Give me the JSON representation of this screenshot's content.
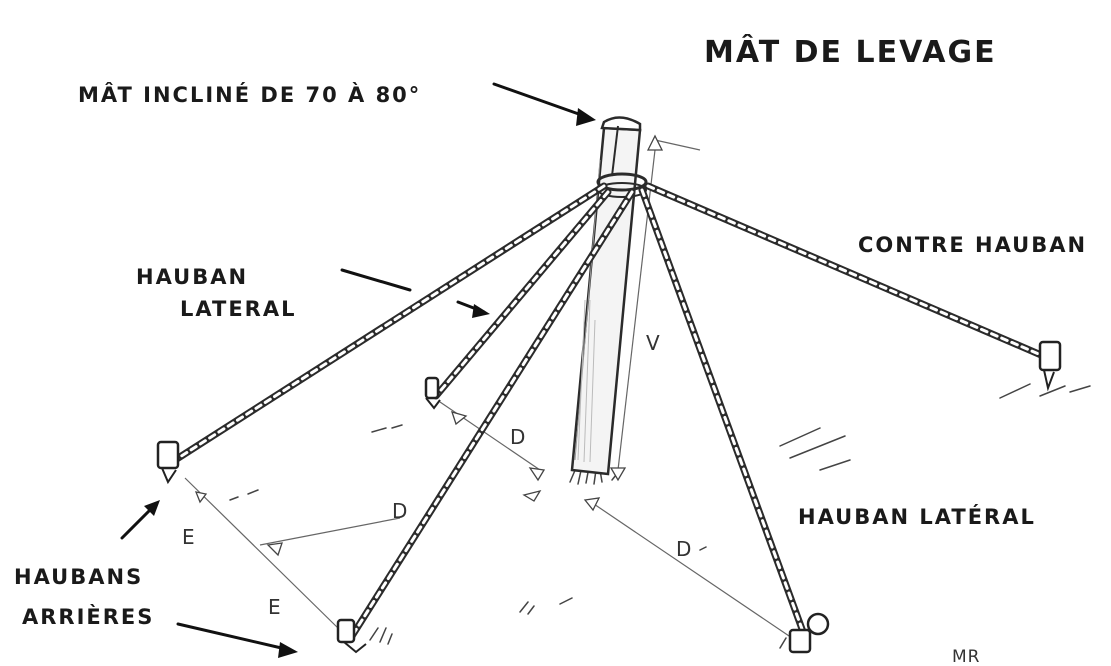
{
  "title": "MÂT DE LEVAGE",
  "labels": {
    "mast_inclined": "MÂT INCLINÉ DE 70 À 80°",
    "lateral_guy_left_line1": "HAUBAN",
    "lateral_guy_left_line2": "LATERAL",
    "counter_guy": "CONTRE HAUBAN",
    "lateral_guy_right": "HAUBAN LATÉRAL",
    "rear_guys_line1": "HAUBANS",
    "rear_guys_line2": "ARRIÈRES"
  },
  "dimensions": {
    "v": "V",
    "d": "D",
    "e": "E"
  },
  "signature": "MR",
  "colors": {
    "ink": "#2b2b2b",
    "paper": "#ffffff"
  }
}
